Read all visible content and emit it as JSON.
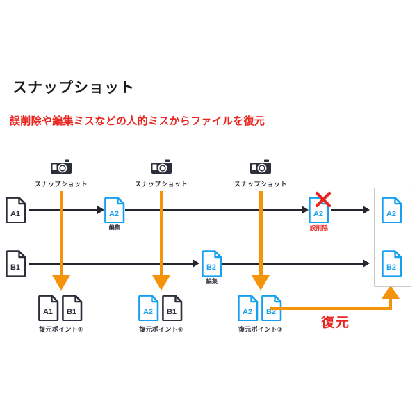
{
  "page": {
    "title": "スナップショット",
    "subtitle": "誤削除や編集ミスなどの人的ミスからファイルを復元"
  },
  "colors": {
    "dark": "#2b2f3a",
    "blue": "#18a0f0",
    "orange": "#f5930a",
    "red": "#e8251f",
    "line": "#23262f",
    "box_border": "#c9c9c9"
  },
  "snapshots": [
    {
      "label": "スナップショット",
      "icon": "camera-icon"
    },
    {
      "label": "スナップショット",
      "icon": "camera-icon"
    },
    {
      "label": "スナップショット",
      "icon": "camera-icon"
    }
  ],
  "tracks": [
    {
      "name": "track-a",
      "start_file": {
        "label": "A1",
        "state": "original"
      },
      "nodes": [
        {
          "label": "A2",
          "state": "edited",
          "caption": "編集"
        },
        {
          "label": "A2",
          "state": "deleted",
          "caption": "誤削除"
        }
      ]
    },
    {
      "name": "track-b",
      "start_file": {
        "label": "B1",
        "state": "original"
      },
      "nodes": [
        {
          "label": "B2",
          "state": "edited",
          "caption": "編集"
        }
      ]
    }
  ],
  "restore_points": [
    {
      "label": "復元ポイント①",
      "files": [
        {
          "label": "A1",
          "state": "original"
        },
        {
          "label": "B1",
          "state": "original"
        }
      ]
    },
    {
      "label": "復元ポイント②",
      "files": [
        {
          "label": "A2",
          "state": "edited"
        },
        {
          "label": "B1",
          "state": "original"
        }
      ]
    },
    {
      "label": "復元ポイント③",
      "files": [
        {
          "label": "A2",
          "state": "edited"
        },
        {
          "label": "B2",
          "state": "edited"
        }
      ]
    }
  ],
  "restore_action": {
    "label": "復元"
  },
  "result_box": {
    "files": [
      {
        "label": "A2",
        "state": "edited"
      },
      {
        "label": "B2",
        "state": "edited"
      }
    ]
  }
}
